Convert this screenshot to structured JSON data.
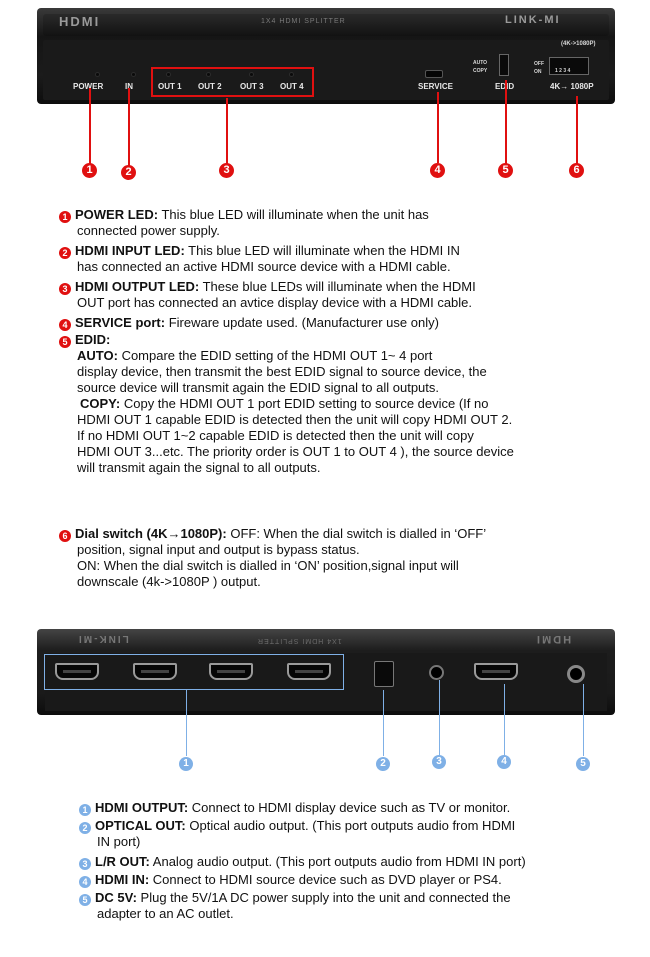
{
  "front_panel": {
    "brand_logo": "HDMI",
    "model_text": "1X4 HDMI SPLITTER",
    "maker_text": "LINK-MI",
    "resolution_tag": "(4K->1080P)",
    "labels": {
      "power": "POWER",
      "in": "IN",
      "out1": "OUT 1",
      "out2": "OUT 2",
      "out3": "OUT 3",
      "out4": "OUT 4",
      "service": "SERVICE",
      "edid": "EDID",
      "auto": "AUTO",
      "copy": "COPY",
      "off": "OFF",
      "on": "ON",
      "dial_nums": "1 2 3 4",
      "downscale": "4K→ 1080P"
    },
    "callouts": [
      "1",
      "2",
      "3",
      "4",
      "5",
      "6"
    ]
  },
  "front_items": [
    {
      "num": "1",
      "title": "POWER LED:",
      "lines": [
        "This blue LED will illuminate when the unit has",
        "connected power supply."
      ]
    },
    {
      "num": "2",
      "title": "HDMI INPUT LED:",
      "lines": [
        "This blue LED will illuminate when the HDMI IN",
        "has connected an active HDMI source device with a HDMI cable."
      ]
    },
    {
      "num": "3",
      "title": "HDMI OUTPUT LED:",
      "lines": [
        "These blue LEDs will illuminate when the HDMI",
        "OUT port has connected an avtice display device with a HDMI cable."
      ]
    },
    {
      "num": "4",
      "title": "SERVICE port:",
      "lines": [
        "Fireware update used. (Manufacturer use only)"
      ]
    }
  ],
  "edid": {
    "num": "5",
    "title": "EDID:",
    "auto_label": "AUTO:",
    "auto_lines": [
      "Compare the EDID setting of the HDMI OUT 1~ 4 port",
      "display device, then transmit the best EDID signal to source device, the",
      "source device will transmit again the EDID signal to all outputs."
    ],
    "copy_label": "COPY:",
    "copy_lines": [
      "Copy the HDMI OUT 1 port EDID setting to source device (If no",
      "HDMI OUT 1 capable EDID is detected then the unit will copy HDMI OUT 2.",
      "If no HDMI OUT 1~2 capable EDID is detected then the unit will copy",
      "HDMI OUT 3...etc. The priority order is OUT 1 to OUT 4 ), the source device",
      "will transmit again the signal to all outputs."
    ]
  },
  "dial": {
    "num": "6",
    "title": "Dial switch (4K→1080P):",
    "lines": [
      "OFF: When the dial switch is dialled in ‘OFF’",
      "position, signal input and output is bypass status.",
      "ON: When the dial switch is dialled in ‘ON’ position,signal input will",
      "downscale (4k->1080P ) output."
    ]
  },
  "rear_panel": {
    "maker_text": "LINK-MI",
    "model_text": "1X4 HDMI SPLITTER",
    "brand_logo": "HDMI",
    "callouts": [
      "1",
      "2",
      "3",
      "4",
      "5"
    ]
  },
  "rear_items": [
    {
      "num": "1",
      "title": "HDMI OUTPUT:",
      "lines": [
        "Connect to HDMI display device such as TV or monitor."
      ]
    },
    {
      "num": "2",
      "title": "OPTICAL OUT:",
      "lines": [
        "Optical audio output. (This port outputs audio from HDMI",
        "IN port)"
      ]
    },
    {
      "num": "3",
      "title": "L/R OUT:",
      "lines": [
        "Analog audio output. (This port outputs audio from HDMI IN port)"
      ]
    },
    {
      "num": "4",
      "title": "HDMI IN:",
      "lines": [
        "Connect to HDMI source device such as DVD player or PS4."
      ]
    },
    {
      "num": "5",
      "title": "DC 5V:",
      "lines": [
        "Plug the 5V/1A DC power supply into the unit and connected the",
        "adapter to an AC outlet."
      ]
    }
  ],
  "colors": {
    "callout_red": "#e01010",
    "callout_blue": "#7fb0e6",
    "device_body": "#1a1a1a"
  }
}
